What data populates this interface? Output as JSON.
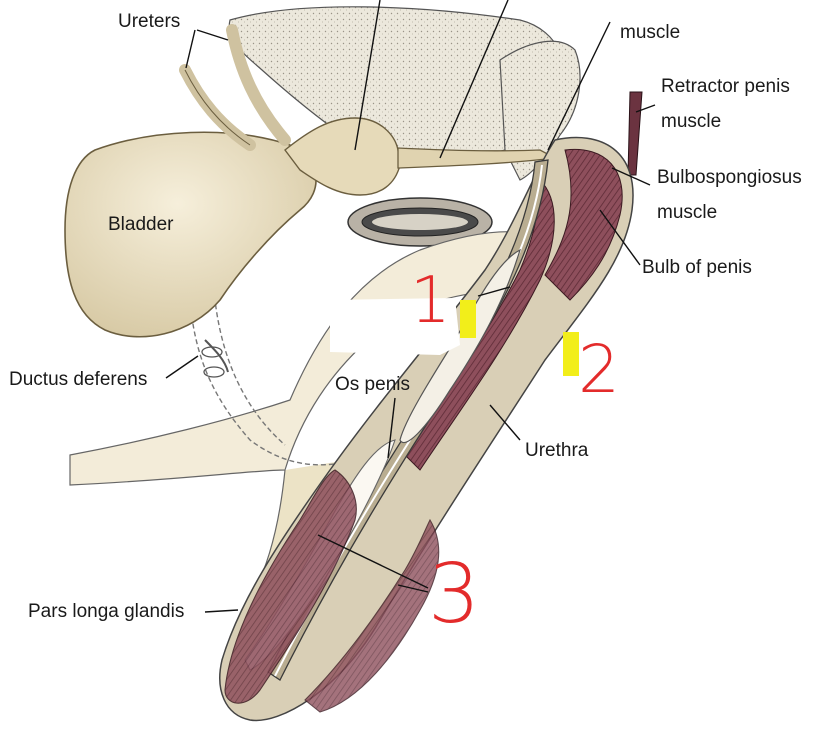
{
  "labels": {
    "ureters": "Ureters",
    "muscle_top": "muscle",
    "retractor_line1": "Retractor penis",
    "retractor_line2": "muscle",
    "bulbo_line1": "Bulbospongiosus",
    "bulbo_line2": "muscle",
    "bulb_of_penis": "Bulb of penis",
    "bladder": "Bladder",
    "ductus_deferens": "Ductus deferens",
    "os_penis": "Os penis",
    "urethra": "Urethra",
    "pars_longa_glandis": "Pars longa glandis"
  },
  "annotations": {
    "marker_1": "1",
    "marker_2": "2",
    "marker_3": "3"
  },
  "colors": {
    "handwriting": "#e32b2b",
    "highlight": "#f2ee1a",
    "tissue": "#ece3c6",
    "muscle": "#8a4a5a"
  }
}
